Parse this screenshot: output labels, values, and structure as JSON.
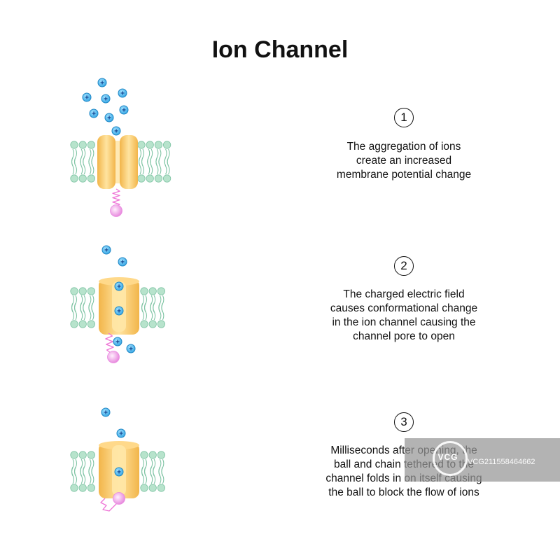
{
  "title": "Ion Channel",
  "steps": [
    {
      "number": "1",
      "lines": [
        "The aggregation of ions",
        "create an increased",
        "membrane potential change"
      ]
    },
    {
      "number": "2",
      "lines": [
        "The charged electric field",
        "causes conformational change",
        "in the ion channel causing the",
        "channel pore to open"
      ]
    },
    {
      "number": "3",
      "lines": [
        "Milliseconds after opening, the",
        "ball and chain tethered to the",
        "channel folds in on itself causing",
        "the ball to block the flow of ions"
      ]
    }
  ],
  "ion_symbol": "+",
  "watermark": {
    "brand": "VCG",
    "id": "VCG211558464662"
  },
  "colors": {
    "lipid_head": "#b7e3cc",
    "lipid_head_stroke": "#7fc4a4",
    "lipid_tail": "#7fc4a4",
    "channel_outer": "#f5bf5c",
    "channel_inner": "#ffe7a6",
    "ion_fill": "#5ec2ef",
    "ion_stroke": "#1f86c4",
    "ion_sign": "#0b3c8a",
    "chain": "#ee74d6",
    "ball_inner": "#ffe2fb",
    "ball_outer": "#e98be0"
  }
}
